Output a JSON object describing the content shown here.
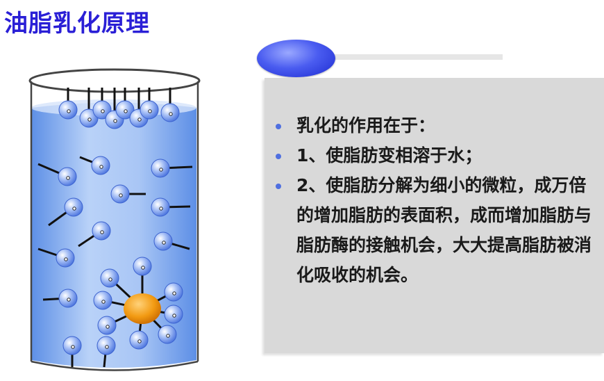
{
  "title": "油脂乳化原理",
  "colors": {
    "title": "#2a1fd6",
    "liquid": "#8fb4f2",
    "micelle": "#5f88e8",
    "fat_droplet": "#f29a12",
    "panel": "#d9d9d9",
    "bullet": "#4f6fe0"
  },
  "bullets": [
    {
      "text": "乳化的作用在于："
    },
    {
      "text": "1、使脂肪变相溶于水；"
    },
    {
      "text": "2、使脂肪分解为细小的微粒，成万倍的增加脂肪的表面积，成而增加脂肪与脂肪酶的接触机会，大大提高脂肪被消化吸收的机会。"
    }
  ]
}
